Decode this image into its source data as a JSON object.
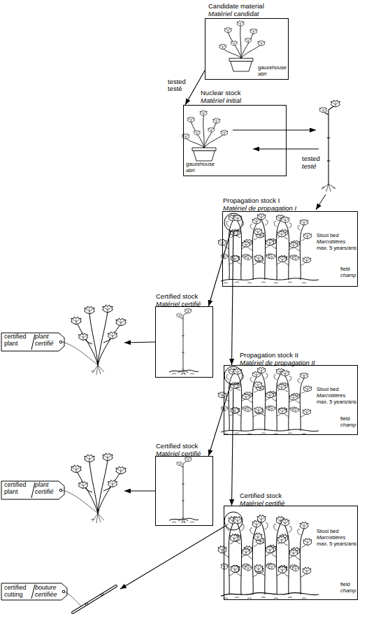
{
  "diagram": {
    "nodes": [
      {
        "text": [
          "Candidate material",
          "Matériel candidat",
          "gauzehouse",
          "abri"
        ]
      },
      {
        "text": [
          "Nuclear stock",
          "Matériel initial",
          "gauzehouse",
          "abri"
        ]
      },
      {
        "text": [
          "Propagation stock I",
          "Matériel de propagation I",
          "Stool bed",
          "Marcottières",
          "max. 5 years/ans",
          "field",
          "champ"
        ]
      },
      {
        "text": [
          "Certified stock",
          "Matériel certifié"
        ]
      },
      {
        "text": [
          "certified plant",
          "plant certifié"
        ]
      },
      {
        "text": [
          "Propagation stock II",
          "Matériel de propagation II",
          "Stool bed",
          "Marcottières",
          "max. 5 years/ans",
          "field",
          "champ"
        ]
      },
      {
        "text": [
          "Certified stock",
          "Matériel certifié"
        ]
      },
      {
        "text": [
          "certified plant",
          "plant certifié"
        ]
      },
      {
        "text": [
          "Certified stock",
          "Matériel certifié",
          "Stool bed",
          "Marcottières",
          "max. 5 years/ans",
          "field",
          "champ"
        ]
      },
      {
        "text": [
          "certified cutting",
          "bouture certifiée"
        ]
      }
    ],
    "edges": [
      {
        "from": 0,
        "to": 1,
        "arrow": "to",
        "label": "tested testé"
      },
      {
        "from": 2,
        "to": 3,
        "arrow": "to"
      },
      {
        "from": 3,
        "to": 4,
        "arrow": "to"
      },
      {
        "from": 2,
        "to": 5,
        "arrow": "to"
      },
      {
        "from": 5,
        "to": 6,
        "arrow": "to"
      },
      {
        "from": 6,
        "to": 7,
        "arrow": "to"
      },
      {
        "from": 5,
        "to": 8,
        "arrow": "to"
      },
      {
        "from": 8,
        "to": 9,
        "arrow": "to"
      }
    ],
    "labels": [
      "tested",
      "testé"
    ]
  }
}
